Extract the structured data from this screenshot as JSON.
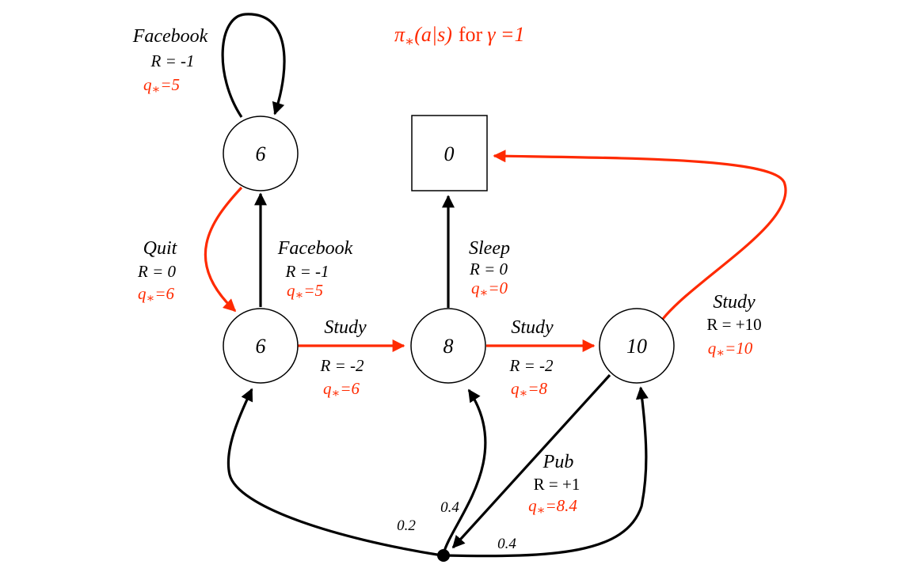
{
  "title": {
    "pi": "π",
    "star": "∗",
    "arg": "(a|s)",
    "for": "for",
    "gamma": "γ =1"
  },
  "colors": {
    "optimal": "#ff2a00",
    "normal": "#000000"
  },
  "nodes": {
    "facebook_state": "6",
    "class1_state": "6",
    "class2_state": "8",
    "class3_state": "10",
    "sleep_state": "0"
  },
  "edges": {
    "facebook_loop": {
      "action": "Facebook",
      "reward": "R = -1",
      "q": "q",
      "q_star": "∗",
      "q_val": "=5"
    },
    "quit": {
      "action": "Quit",
      "reward": "R = 0",
      "q": "q",
      "q_star": "∗",
      "q_val": "=6"
    },
    "to_facebook": {
      "action": "Facebook",
      "reward": "R = -1",
      "q": "q",
      "q_star": "∗",
      "q_val": "=5"
    },
    "study1": {
      "action": "Study",
      "reward": "R = -2",
      "q": "q",
      "q_star": "∗",
      "q_val": "=6"
    },
    "sleep": {
      "action": "Sleep",
      "reward": "R = 0",
      "q": "q",
      "q_star": "∗",
      "q_val": "=0"
    },
    "study2": {
      "action": "Study",
      "reward": "R = -2",
      "q": "q",
      "q_star": "∗",
      "q_val": "=8"
    },
    "study3": {
      "action": "Study",
      "reward": "R = +10",
      "q": "q",
      "q_star": "∗",
      "q_val": "=10"
    },
    "pub": {
      "action": "Pub",
      "reward": "R = +1",
      "q": "q",
      "q_star": "∗",
      "q_val": "=8.4"
    }
  },
  "probabilities": {
    "to_class1": "0.2",
    "to_class2": "0.4",
    "to_class3": "0.4"
  }
}
